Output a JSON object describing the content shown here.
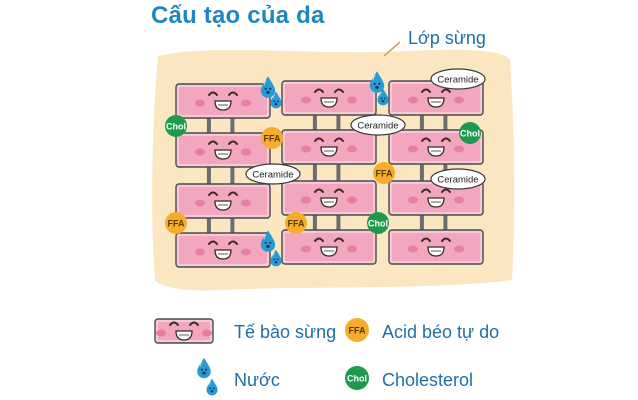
{
  "title": "Cấu tạo của da",
  "layer_label": "Lớp sừng",
  "labels": {
    "ceramide": "Ceramide",
    "ffa": "FFA",
    "chol": "Chol"
  },
  "legend": {
    "corneocyte": "Tế bào sừng",
    "ffa": "Acid béo tự do",
    "water": "Nước",
    "cholesterol": "Cholesterol"
  },
  "colors": {
    "title": "#1f86c4",
    "text": "#1f6fa7",
    "background_layer": "#fbe6c2",
    "cell_fill": "#f2a7bf",
    "cell_stroke": "#4a4a4a",
    "ffa": "#f6ad2c",
    "chol": "#1f9a4c",
    "water": "#2a9ad6"
  },
  "icons": [
    "corneocyte-icon",
    "water-drop-icon",
    "ffa-icon",
    "chol-icon",
    "ceramide-icon"
  ]
}
